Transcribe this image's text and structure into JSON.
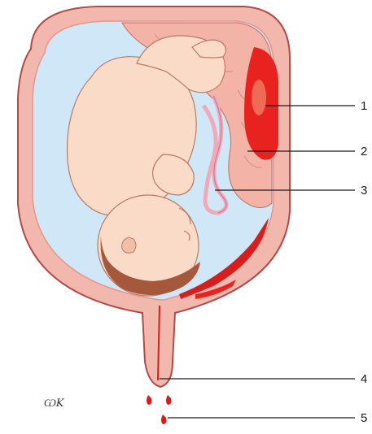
{
  "figure": {
    "callouts": [
      {
        "id": "1",
        "label": "1"
      },
      {
        "id": "2",
        "label": "2"
      },
      {
        "id": "3",
        "label": "3"
      },
      {
        "id": "4",
        "label": "4"
      },
      {
        "id": "5",
        "label": "5"
      }
    ],
    "signature": "ѠK",
    "colors": {
      "uterine_wall": "#f2b8ad",
      "wall_outline": "#b24a48",
      "amniotic_fluid": "#cfe7f6",
      "skin": "#fadbc8",
      "skin_shadow": "#f1bfa6",
      "hair": "#a5583c",
      "placenta": "#f3b3a6",
      "hematoma": "#e8231f",
      "blood": "#d61e1e",
      "cord": "#f0a9b8",
      "line": "#1a1a1a"
    }
  }
}
